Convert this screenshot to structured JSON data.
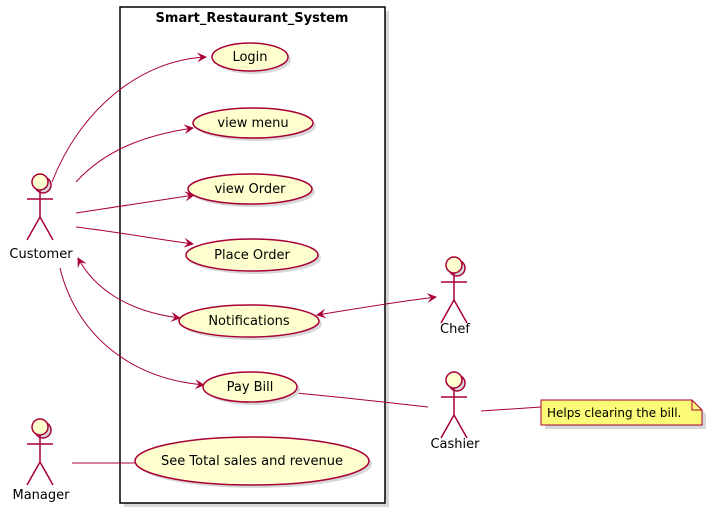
{
  "system": {
    "title": "Smart_Restaurant_System"
  },
  "use_cases": {
    "login": "Login",
    "view_menu": "view menu",
    "view_order": "view Order",
    "place_order": "Place Order",
    "notifications": "Notifications",
    "pay_bill": "Pay Bill",
    "see_total": "See Total sales and revenue"
  },
  "actors": {
    "customer": "Customer",
    "manager": "Manager",
    "chef": "Chef",
    "cashier": "Cashier"
  },
  "note": {
    "text": "Helps clearing the bill."
  },
  "colors": {
    "line": "#a80036",
    "usecase_fill": "#fefece",
    "note_fill": "#fbfb77",
    "shadow": "#d8d8d8"
  }
}
